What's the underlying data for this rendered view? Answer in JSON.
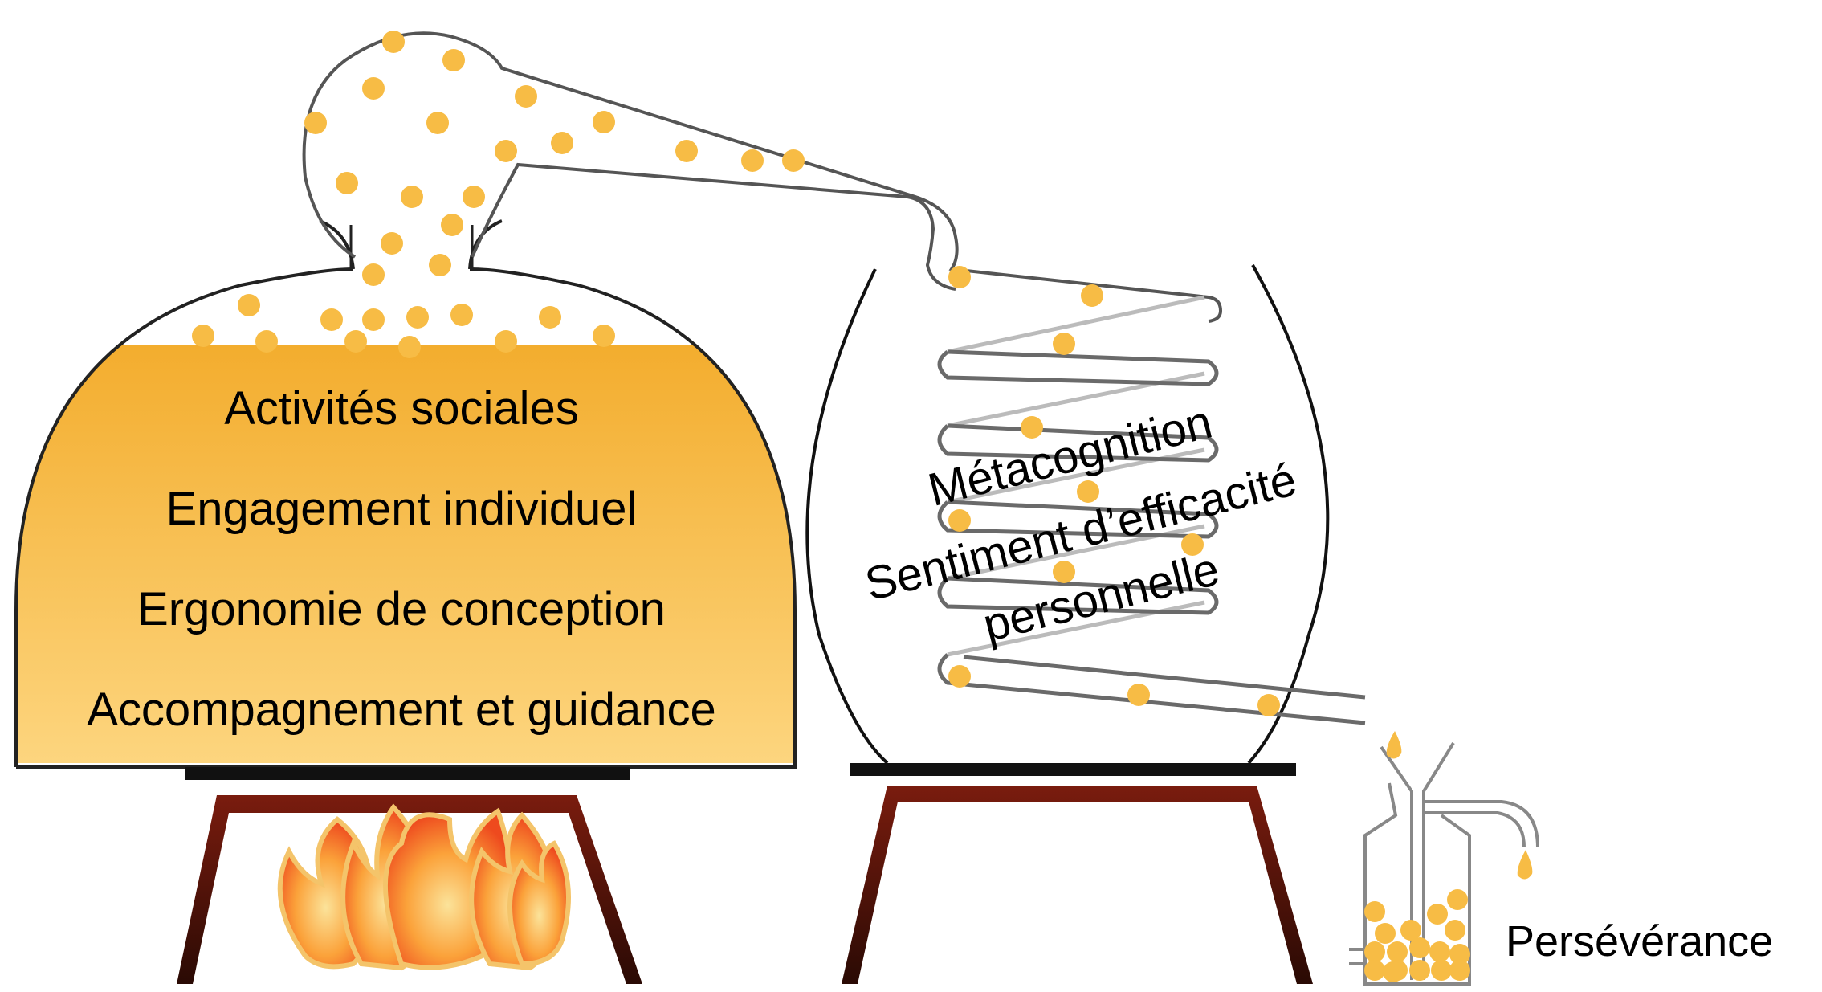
{
  "ingredients": [
    "Activités sociales",
    "Engagement individuel",
    "Ergonomie de conception",
    "Accompagnement et guidance"
  ],
  "condenser_labels": [
    "Métacognition",
    "Sentiment d’efficacité",
    "personnelle"
  ],
  "output_label": "Persévérance",
  "colors": {
    "liquid_top": "#f3ad2e",
    "liquid_bottom": "#fdd680",
    "droplet": "#f7bc45",
    "outline": "#4a4a4a",
    "stand_top": "#7a1c0e",
    "stand_bottom": "#3a0c06",
    "flame_outer": "#f05a22",
    "flame_inner": "#fbc96a"
  }
}
